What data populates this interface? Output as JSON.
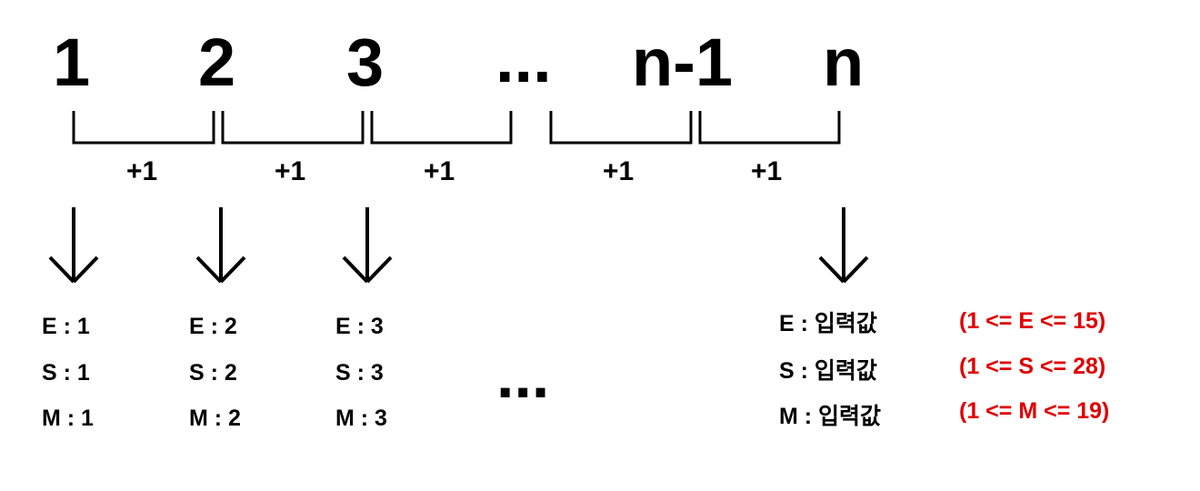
{
  "sequence": {
    "items": [
      "1",
      "2",
      "3",
      "...",
      "n-1",
      "n"
    ]
  },
  "increments": [
    "+1",
    "+1",
    "+1",
    "+1",
    "+1"
  ],
  "states": [
    {
      "e": "E : 1",
      "s": "S : 1",
      "m": "M : 1"
    },
    {
      "e": "E : 2",
      "s": "S : 2",
      "m": "M : 2"
    },
    {
      "e": "E : 3",
      "s": "S : 3",
      "m": "M : 3"
    }
  ],
  "middle_dots": "...",
  "final_state": {
    "e": "E : 입력값",
    "s": "S : 입력값",
    "m": "M : 입력값"
  },
  "ranges": {
    "e": "(1 <= E <= 15)",
    "s": "(1 <= S <= 28)",
    "m": "(1 <= M <= 19)"
  },
  "colors": {
    "text": "#000000",
    "range": "#e00000",
    "background": "#ffffff"
  }
}
